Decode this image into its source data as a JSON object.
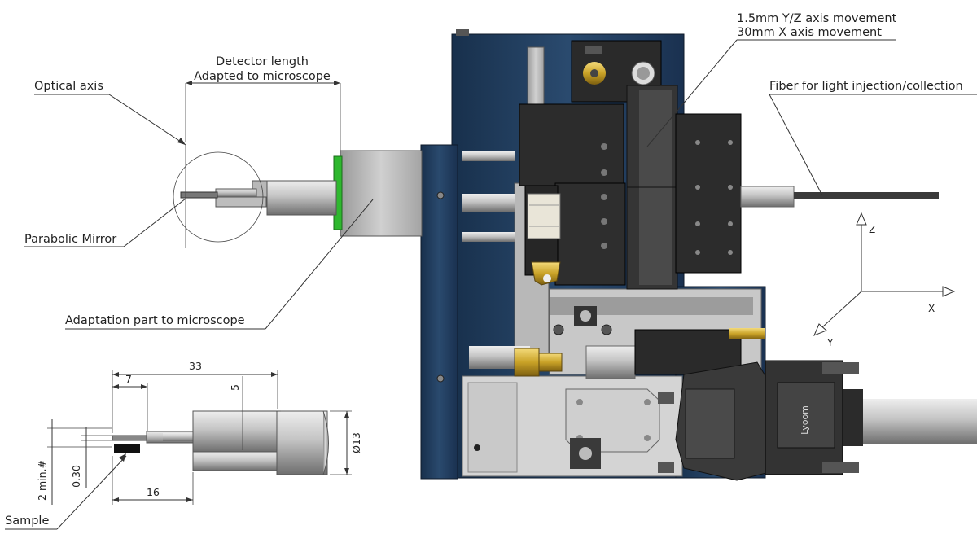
{
  "labels": {
    "optical_axis": "Optical axis",
    "detector_length_1": "Detector length",
    "detector_length_2": "Adapted to microscope",
    "parabolic_mirror": "Parabolic Mirror",
    "adaptation_part": "Adaptation part to microscope",
    "movement_yz": "1.5mm Y/Z axis movement",
    "movement_x": "30mm X axis movement",
    "fiber": "Fiber for light injection/collection",
    "sample": "Sample",
    "connector_brand": "Lyoom"
  },
  "dimensions": {
    "d33": "33",
    "d7": "7",
    "d5": "5",
    "d16": "16",
    "d13": "Ø13",
    "d030": "0.30",
    "d2min": "2 min.#"
  },
  "axes": {
    "z": "Z",
    "x": "X",
    "y": "Y"
  },
  "colors": {
    "plate_blue": "#1f3a5a",
    "block_dark": "#262626",
    "green_ring": "#2eb82e",
    "brass": "#c9a227"
  }
}
